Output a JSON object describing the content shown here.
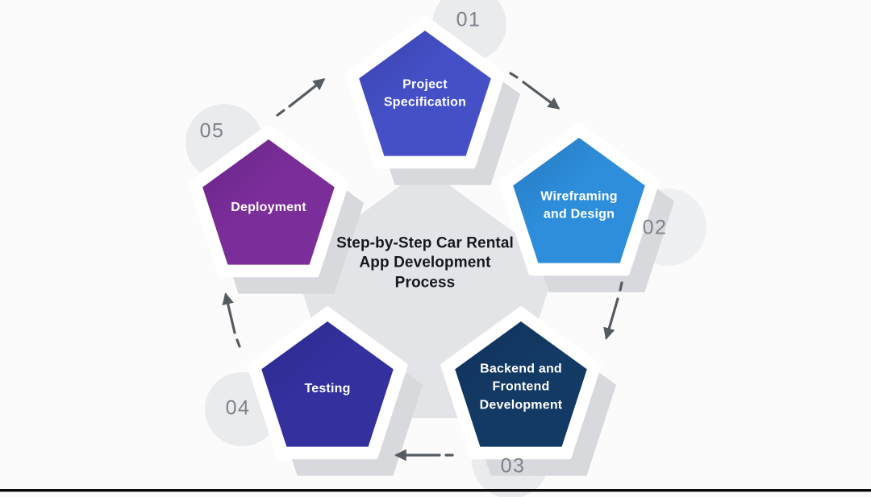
{
  "title": "Step-by-Step Car Rental\nApp Development\nProcess",
  "steps": [
    {
      "number": "01",
      "label": "Project\nSpecification",
      "color": "#4550c7"
    },
    {
      "number": "02",
      "label": "Wireframing\nand Design",
      "color": "#2e8edb"
    },
    {
      "number": "03",
      "label": "Backend and\nFrontend\nDevelopment",
      "color": "#133a64"
    },
    {
      "number": "04",
      "label": "Testing",
      "color": "#34319f"
    },
    {
      "number": "05",
      "label": "Deployment",
      "color": "#7b2d9a"
    }
  ],
  "colors": {
    "background": "#fbfbfc",
    "pentagon_frame": "#ffffff",
    "drop_shadow": "#d7d9dc",
    "backdrop_pentagon": "#e3e4e7",
    "number_circle": "#eaebed",
    "number_text": "#7d828b",
    "arrow": "#565b61",
    "title_text": "#15181f",
    "label_text": "#ffffff",
    "bottom_rule": "#0a0a0a"
  }
}
